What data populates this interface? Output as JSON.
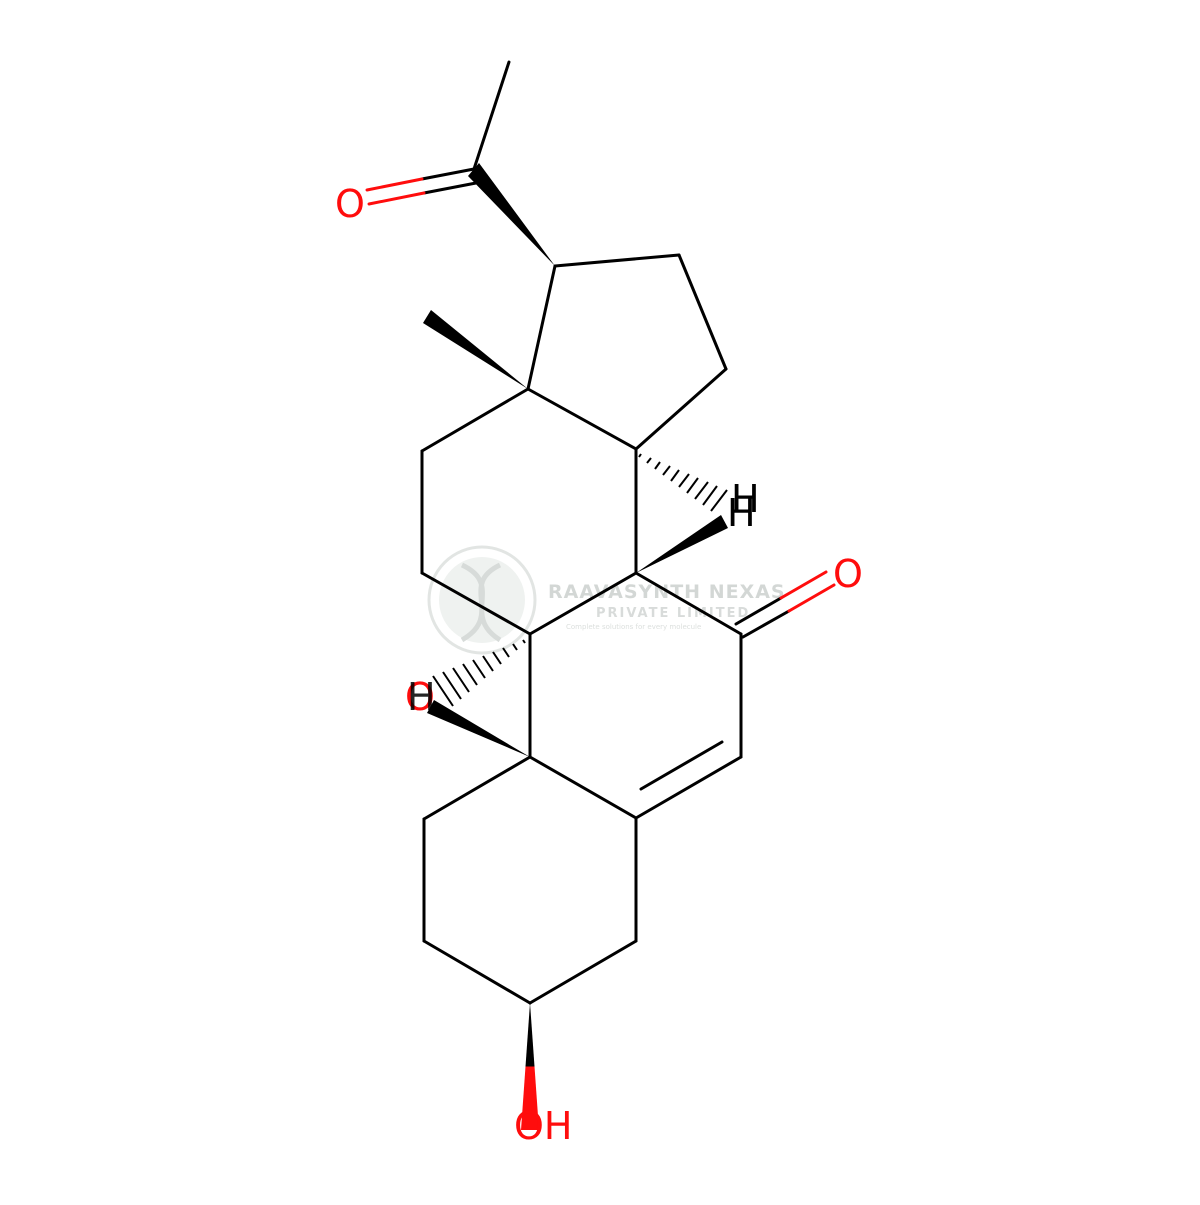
{
  "colors": {
    "bond": "#000000",
    "oxygen": "#ff0d0d",
    "hydrogen": "#000000",
    "watermark": "#cfd3d1",
    "background": "#ffffff"
  },
  "atom_labels": {
    "ketone_o_top": "O",
    "ketone_o_right": "O",
    "hydroxyl": "OH",
    "epoxide_o": "O",
    "h_c14": "H",
    "h_c8": "H"
  },
  "watermark": {
    "company": "RAAVASYNTH NEXAS",
    "subtitle": "PRIVATE LIMITED",
    "tagline": "Complete solutions for every molecule"
  }
}
